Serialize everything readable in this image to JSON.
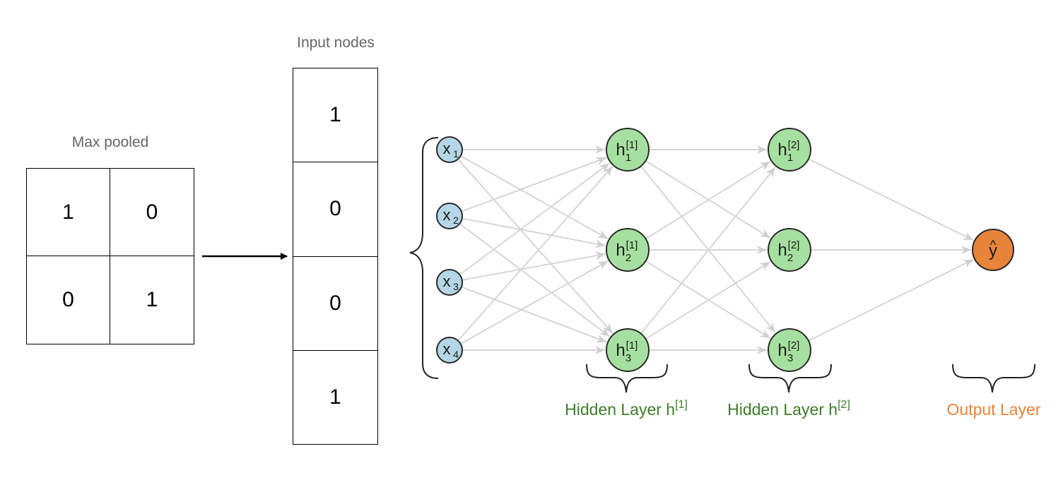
{
  "pooled": {
    "caption": "Max pooled",
    "cells": [
      "1",
      "0",
      "0",
      "1"
    ]
  },
  "input_column": {
    "caption": "Input nodes",
    "cells": [
      "1",
      "0",
      "0",
      "1"
    ]
  },
  "network": {
    "inputs": [
      {
        "base": "x",
        "sub": "1"
      },
      {
        "base": "x",
        "sub": "2"
      },
      {
        "base": "x",
        "sub": "3"
      },
      {
        "base": "x",
        "sub": "4"
      }
    ],
    "hidden1": [
      {
        "base": "h",
        "sup": "[1]",
        "sub": "1"
      },
      {
        "base": "h",
        "sup": "[1]",
        "sub": "2"
      },
      {
        "base": "h",
        "sup": "[1]",
        "sub": "3"
      }
    ],
    "hidden2": [
      {
        "base": "h",
        "sup": "[2]",
        "sub": "1"
      },
      {
        "base": "h",
        "sup": "[2]",
        "sub": "2"
      },
      {
        "base": "h",
        "sup": "[2]",
        "sub": "3"
      }
    ],
    "output": {
      "base": "y",
      "hat": "^"
    },
    "labels": {
      "hidden1": {
        "text": "Hidden Layer h",
        "sup": "[1]"
      },
      "hidden2": {
        "text": "Hidden Layer h",
        "sup": "[2]"
      },
      "output": {
        "text": "Output Layer"
      }
    },
    "colors": {
      "input_fill": "#b4d6e6",
      "hidden_fill": "#a6e0a0",
      "output_fill": "#e8843a",
      "edge": "#d6d6d6",
      "hidden_label": "#3e7d28",
      "output_label": "#e8843a"
    }
  }
}
